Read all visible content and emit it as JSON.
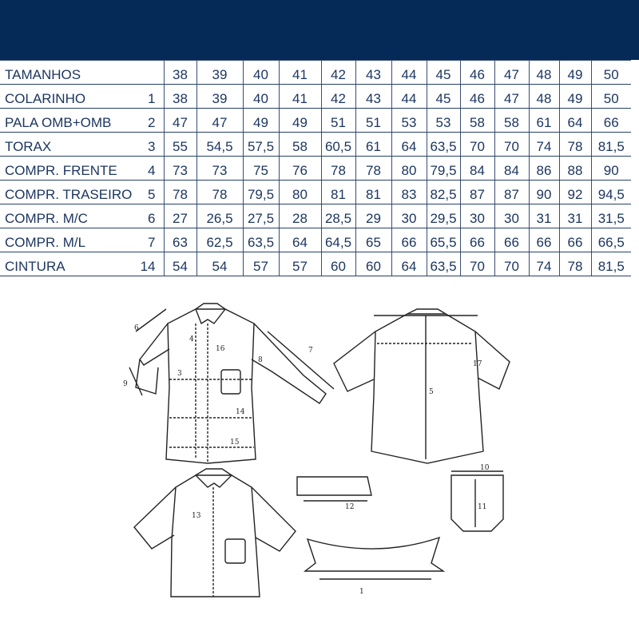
{
  "table": {
    "rows": [
      {
        "label": "TAMANHOS",
        "code": "",
        "values": [
          "38",
          "39",
          "40",
          "41",
          "42",
          "43",
          "44",
          "45",
          "46",
          "47",
          "48",
          "49",
          "50"
        ]
      },
      {
        "label": "COLARINHO",
        "code": "1",
        "values": [
          "38",
          "39",
          "40",
          "41",
          "42",
          "43",
          "44",
          "45",
          "46",
          "47",
          "48",
          "49",
          "50"
        ]
      },
      {
        "label": "PALA OMB+OMB",
        "code": "2",
        "values": [
          "47",
          "47",
          "49",
          "49",
          "51",
          "51",
          "53",
          "53",
          "58",
          "58",
          "61",
          "64",
          "66"
        ]
      },
      {
        "label": "TORAX",
        "code": "3",
        "values": [
          "55",
          "54,5",
          "57,5",
          "58",
          "60,5",
          "61",
          "64",
          "63,5",
          "70",
          "70",
          "74",
          "78",
          "81,5"
        ]
      },
      {
        "label": "COMPR. FRENTE",
        "code": "4",
        "values": [
          "73",
          "73",
          "75",
          "76",
          "78",
          "78",
          "80",
          "79,5",
          "84",
          "84",
          "86",
          "88",
          "90"
        ]
      },
      {
        "label": "COMPR. TRASEIRO",
        "code": "5",
        "values": [
          "78",
          "78",
          "79,5",
          "80",
          "81",
          "81",
          "83",
          "82,5",
          "87",
          "87",
          "90",
          "92",
          "94,5"
        ]
      },
      {
        "label": "COMPR. M/C",
        "code": "6",
        "values": [
          "27",
          "26,5",
          "27,5",
          "28",
          "28,5",
          "29",
          "30",
          "29,5",
          "30",
          "30",
          "31",
          "31",
          "31,5"
        ]
      },
      {
        "label": "COMPR. M/L",
        "code": "7",
        "values": [
          "63",
          "62,5",
          "63,5",
          "64",
          "64,5",
          "65",
          "66",
          "65,5",
          "66",
          "66",
          "66",
          "66",
          "66,5"
        ]
      },
      {
        "label": "CINTURA",
        "code": "14",
        "values": [
          "54",
          "54",
          "57",
          "57",
          "60",
          "60",
          "64",
          "63,5",
          "70",
          "70",
          "74",
          "78",
          "81,5"
        ]
      }
    ]
  },
  "diagram": {
    "labels": {
      "front_collar_len": "6",
      "front_cuff": "9",
      "front_length": "4",
      "front_placket": "16",
      "front_chest": "3",
      "front_side": "8",
      "front_sleeve": "7",
      "front_waist": "14",
      "front_hem": "15",
      "back_length": "5",
      "back_armhole": "17",
      "cuff": "12",
      "pocket_width": "10",
      "pocket_height": "11",
      "short_sleeve": "13",
      "collar": "1"
    },
    "colors": {
      "line": "#222222",
      "header": "#062a57",
      "text": "#1d3660"
    }
  }
}
